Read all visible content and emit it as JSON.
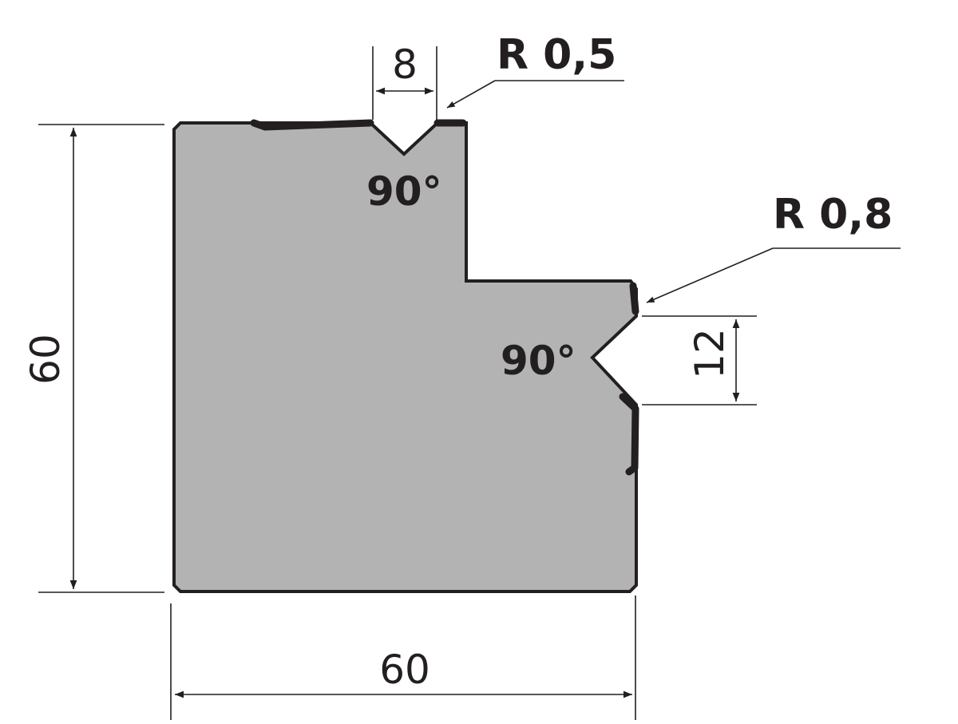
{
  "drawing": {
    "dimensions": {
      "height": "60",
      "width": "60",
      "top_groove_width": "8",
      "side_groove_height": "12"
    },
    "labels": {
      "top_radius": "R 0,5",
      "side_radius": "R 0,8"
    },
    "angles": {
      "top_groove": "90°",
      "side_groove": "90°"
    },
    "colors": {
      "profile_fill": "#b3b3b3",
      "line": "#231f20"
    }
  }
}
